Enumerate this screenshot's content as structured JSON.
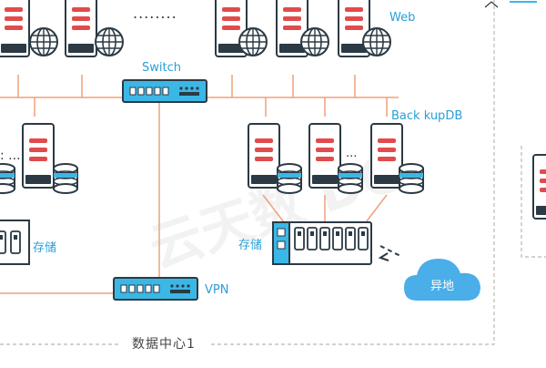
{
  "labels": {
    "web": "Web",
    "switch": "Switch",
    "backupdb": "Back kupDB",
    "storage_left": "存储",
    "storage_right": "存储",
    "vpn": "VPN",
    "remote": "异地",
    "datacenter": "数据中心1",
    "ellipsis_top": "........"
  },
  "watermark": "云天数 DC",
  "colors": {
    "line_orange": "#f0a07a",
    "switch_blue": "#3bb7e6",
    "device_dark": "#2b3a44",
    "server_red": "#e24b4b",
    "cloud_blue": "#4aaee8",
    "boundary_gray": "#b8b8b8"
  }
}
